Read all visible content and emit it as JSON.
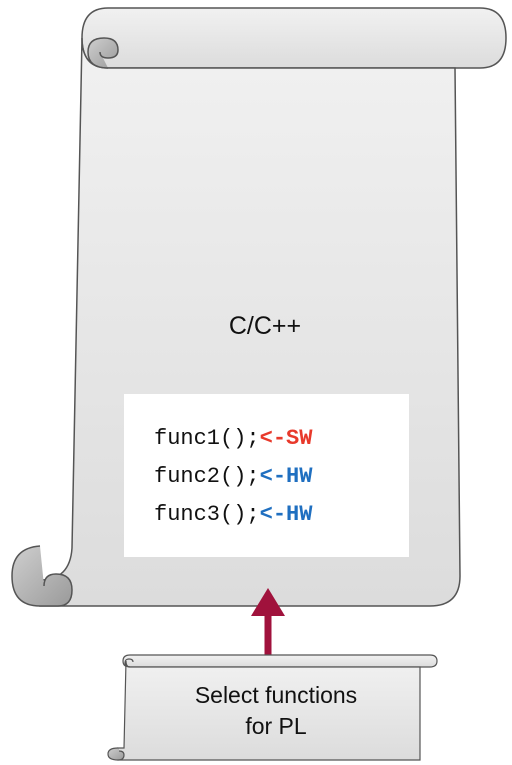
{
  "main_scroll": {
    "title": "C/C++",
    "code_lines": [
      {
        "call": "func1();",
        "tag": "<-SW"
      },
      {
        "call": "func2();",
        "tag": "<-HW"
      },
      {
        "call": "func3();",
        "tag": "<-HW"
      }
    ]
  },
  "label_scroll": {
    "line1": "Select functions",
    "line2": "for PL"
  },
  "colors": {
    "sw_tag": "#e8392b",
    "hw_tag": "#1f6fc0",
    "arrow": "#a0123c",
    "scroll_fill": "#e6e6e6",
    "scroll_stroke": "#555555"
  }
}
